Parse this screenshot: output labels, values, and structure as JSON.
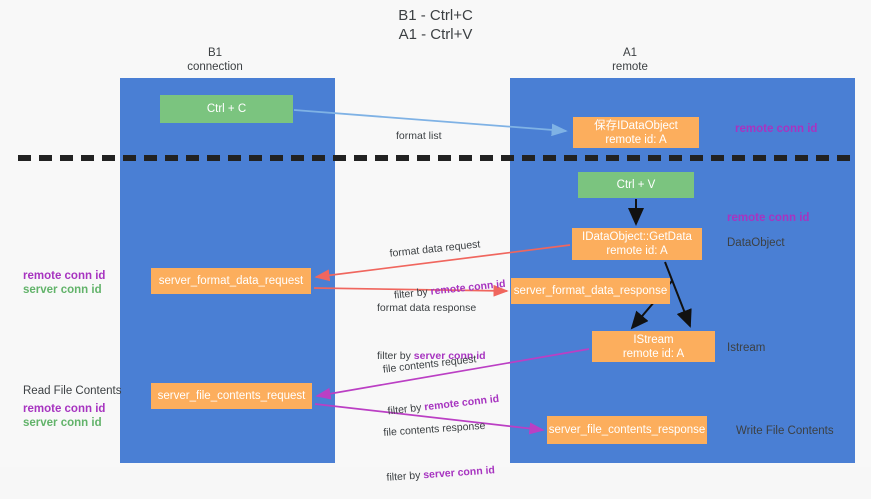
{
  "title": "B1 - Ctrl+C\nA1 - Ctrl+V",
  "columns": {
    "left": {
      "header": "B1\nconnection"
    },
    "right": {
      "header": "A1\nremote"
    }
  },
  "nodes": {
    "ctrl_c": {
      "line1": "Ctrl + C",
      "line2": "",
      "color": "#7bc47f"
    },
    "save_idataobject": {
      "line1": "保存IDataObject",
      "line2": "remote id: A",
      "color": "#fcae5d"
    },
    "ctrl_v": {
      "line1": "Ctrl + V",
      "line2": "",
      "color": "#7bc47f"
    },
    "getdata": {
      "line1": "IDataObject::GetData",
      "line2": "remote id: A",
      "color": "#fcae5d"
    },
    "server_format_data_request": {
      "line1": "server_format_data_request",
      "line2": "",
      "color": "#fcae5d"
    },
    "server_format_data_response": {
      "line1": "server_format_data_response",
      "line2": "",
      "color": "#fcae5d"
    },
    "istream": {
      "line1": "IStream",
      "line2": "remote id: A",
      "color": "#fcae5d"
    },
    "server_file_contents_request": {
      "line1": "server_file_contents_request",
      "line2": "",
      "color": "#fcae5d"
    },
    "server_file_contents_response": {
      "line1": "server_file_contents_response",
      "line2": "",
      "color": "#fcae5d"
    }
  },
  "annotations": {
    "remote_conn_id_top": "remote conn id",
    "remote_conn_id_mid": "remote conn id",
    "dataobject": "DataObject",
    "istream_label": "Istream",
    "write_file_contents": "Write File Contents",
    "read_file_contents": "Read File Contents",
    "left_remote_conn_id": "remote conn id",
    "left_server_conn_id": "server conn id",
    "left_remote_conn_id_2": "remote conn id",
    "left_server_conn_id_2": "server conn id"
  },
  "edges": {
    "format_list": {
      "label": "format list"
    },
    "format_data_request": {
      "label": "format data request",
      "filter_prefix": "filter by ",
      "filter_value": "remote conn id"
    },
    "format_data_response": {
      "label": "format data response",
      "filter_prefix": "filter by ",
      "filter_value": "server conn id"
    },
    "file_contents_request": {
      "label": "file contents request",
      "filter_prefix": "filter by ",
      "filter_value": "remote conn id"
    },
    "file_contents_response": {
      "label": "file contents response",
      "filter_prefix": "filter by ",
      "filter_value": "server conn id"
    }
  },
  "colors": {
    "lane_blue": "#4a7fd4",
    "node_green": "#7bc47f",
    "node_orange": "#fcae5d",
    "arrow_lightblue": "#7fb2e5",
    "arrow_red": "#f0665e",
    "arrow_magenta": "#bb3fc4",
    "arrow_black": "#000000",
    "text_purple": "#a734c0",
    "text_green": "#62b36a",
    "background": "#f8f8f8"
  }
}
